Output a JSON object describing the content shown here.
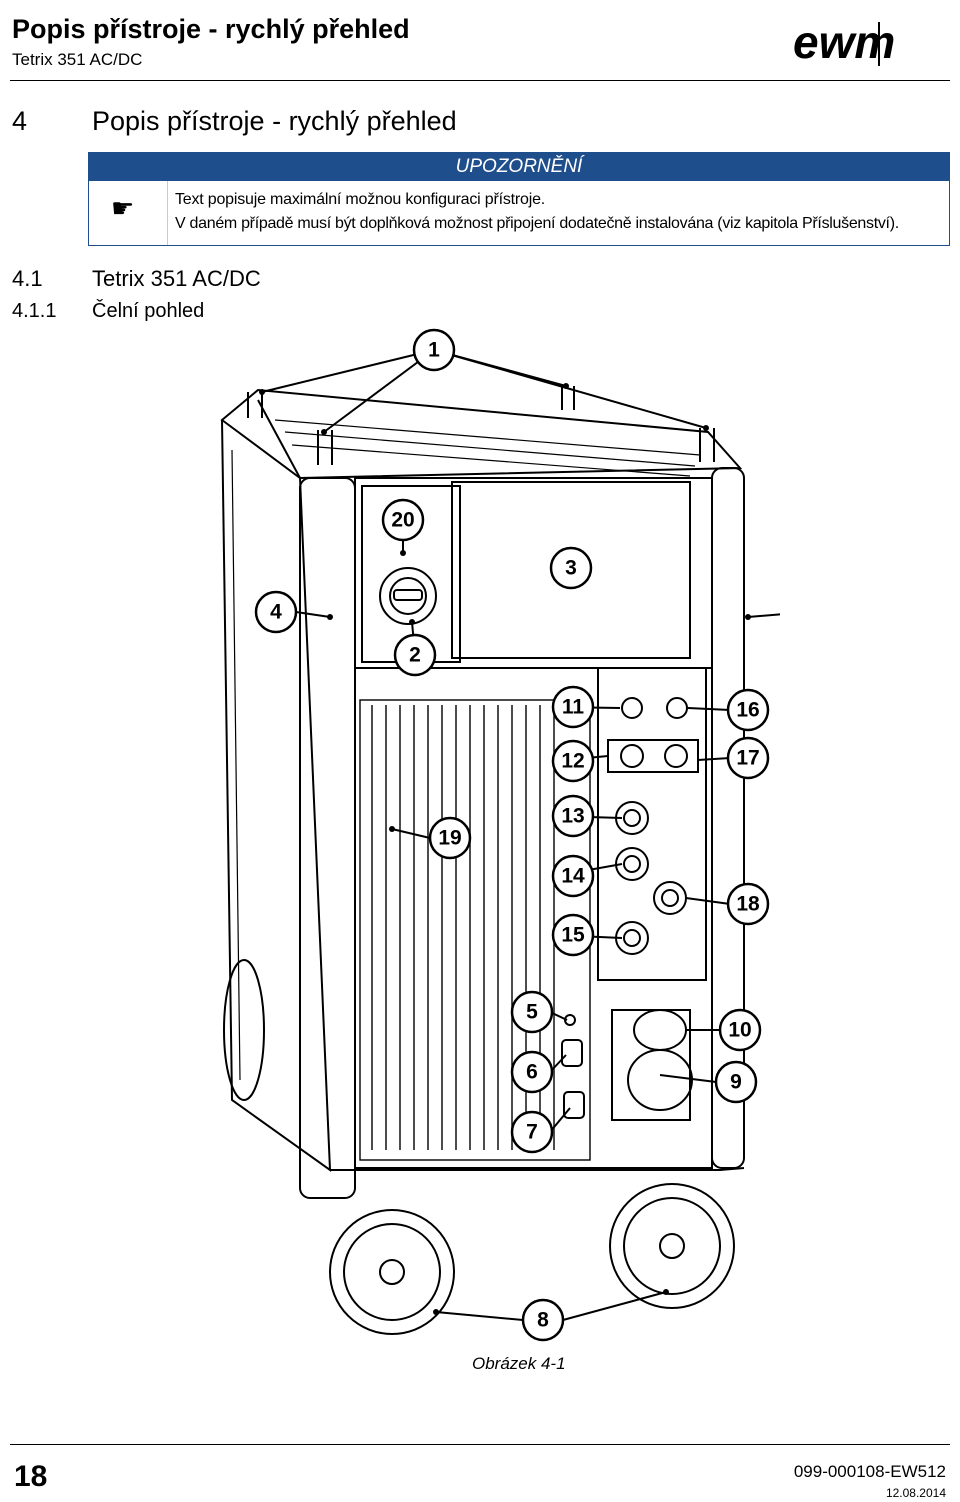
{
  "header": {
    "title": "Popis přístroje - rychlý přehled",
    "subtitle": "Tetrix 351 AC/DC",
    "logo_text": "ewm"
  },
  "section": {
    "number": "4",
    "title": "Popis přístroje - rychlý přehled"
  },
  "notice": {
    "label": "UPOZORNĚNÍ",
    "icon": "pointing-hand-icon",
    "line1": "Text popisuje maximální možnou konfiguraci přístroje.",
    "line2": "V daném případě musí být doplňková možnost připojení dodatečně instalována (viz kapitola Příslušenství).",
    "accent_color": "#1f4e8c"
  },
  "subsection": {
    "number": "4.1",
    "title": "Tetrix 351 AC/DC"
  },
  "subsubsection": {
    "number": "4.1.1",
    "title": "Čelní pohled"
  },
  "figure": {
    "caption": "Obrázek 4-1",
    "callouts": [
      "1",
      "20",
      "3",
      "4",
      "4",
      "2",
      "11",
      "16",
      "12",
      "17",
      "13",
      "19",
      "14",
      "18",
      "15",
      "5",
      "10",
      "6",
      "9",
      "7",
      "8"
    ]
  },
  "footer": {
    "page_number": "18",
    "doc_code": "099-000108-EW512",
    "date": "12.08.2014"
  }
}
